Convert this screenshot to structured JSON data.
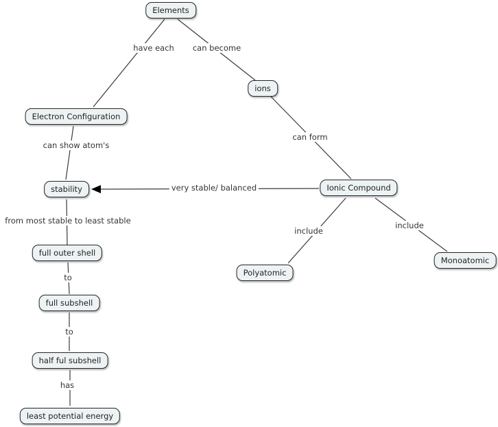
{
  "map": {
    "background": "#ffffff"
  },
  "colors": {
    "node_fill": "#edf3f4",
    "node_border": "#262626",
    "line": "#3a3a3a",
    "node_text": "#1f1f1f",
    "label_text": "#333333",
    "arrowhead": "#000000"
  },
  "nodes": {
    "elements": {
      "label": "Elements"
    },
    "electron_configuration": {
      "label": "Electron Configuration"
    },
    "ions": {
      "label": "ions"
    },
    "stability": {
      "label": "stability"
    },
    "ionic_compound": {
      "label": "Ionic Compound"
    },
    "full_outer_shell": {
      "label": "full outer shell"
    },
    "full_subshell": {
      "label": "full subshell"
    },
    "half_ful_subshell": {
      "label": "half ful subshell"
    },
    "least_potential_energy": {
      "label": "least potential energy"
    },
    "polyatomic": {
      "label": "Polyatomic"
    },
    "monoatomic": {
      "label": "Monoatomic"
    }
  },
  "links": {
    "have_each": {
      "label": "have each",
      "from": "elements",
      "to": "electron_configuration"
    },
    "can_become": {
      "label": "can become",
      "from": "elements",
      "to": "ions"
    },
    "can_show_atoms": {
      "label": "can show atom's",
      "from": "electron_configuration",
      "to": "stability"
    },
    "can_form": {
      "label": "can form",
      "from": "ions",
      "to": "ionic_compound"
    },
    "very_stable_balanced": {
      "label": "very stable/ balanced",
      "from": "ionic_compound",
      "to": "stability",
      "arrow": "to"
    },
    "from_most_stable_to_least_stable": {
      "label": "from most stable to least stable",
      "from": "stability",
      "to": "full_outer_shell"
    },
    "to_1": {
      "label": "to",
      "from": "full_outer_shell",
      "to": "full_subshell"
    },
    "to_2": {
      "label": "to",
      "from": "full_subshell",
      "to": "half_ful_subshell"
    },
    "has": {
      "label": "has",
      "from": "half_ful_subshell",
      "to": "least_potential_energy"
    },
    "include_left": {
      "label": "include",
      "from": "ionic_compound",
      "to": "polyatomic"
    },
    "include_right": {
      "label": "include",
      "from": "ionic_compound",
      "to": "monoatomic"
    }
  }
}
